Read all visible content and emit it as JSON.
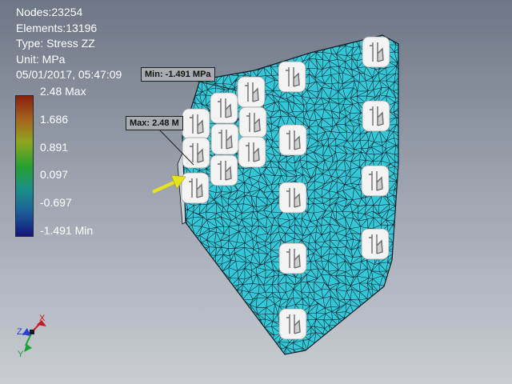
{
  "info": {
    "nodes": "Nodes:23254",
    "elements": "Elements:13196",
    "type": "Type: Stress ZZ",
    "unit": "Unit: MPa",
    "timestamp": "05/01/2017, 05:47:09"
  },
  "legend": {
    "labels": [
      "2.48 Max",
      "1.686",
      "0.891",
      "0.097",
      "-0.697",
      "-1.491 Min"
    ]
  },
  "callouts": {
    "min": "Min: -1.491 MPa",
    "max": "Max: 2.48 M"
  },
  "triad": {
    "x": "X",
    "y": "Y",
    "z": "Z"
  },
  "colors": {
    "mesh_fill": "#33c7d8",
    "mesh_lines": "#0b1a22",
    "arrow": "#e8e21a",
    "triad_x": "#c8141e",
    "triad_y": "#17a32f",
    "triad_z": "#2a3fd0"
  }
}
